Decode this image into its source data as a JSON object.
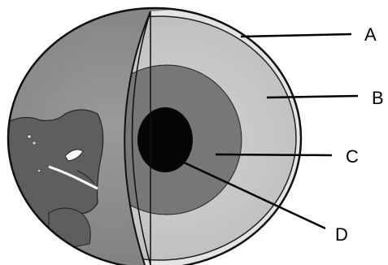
{
  "labels": {
    "a": "A",
    "b": "B",
    "c": "C",
    "d": "D"
  },
  "colors": {
    "background": "#ffffff",
    "outline": "#111111",
    "surface": "#8c8c8c",
    "land": "#5e5e5e",
    "crust": "#e4e4e4",
    "mantle": "#c8c8c8",
    "outer_core": "#777777",
    "inner_core": "#050505"
  }
}
